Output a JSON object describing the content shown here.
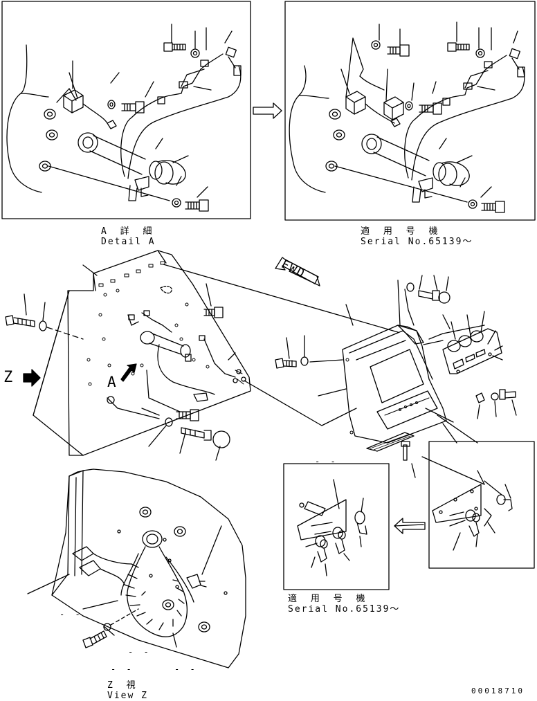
{
  "detail_a": {
    "title_jp": "A 詳 細",
    "title_en": "Detail A"
  },
  "detail_a_new": {
    "serial_jp": "適 用 号 機",
    "serial_en": "Serial No.65139～"
  },
  "switch_panel_new": {
    "serial_jp": "適 用 号 機",
    "serial_en": "Serial No.65139～"
  },
  "view_z": {
    "title_jp": "Z 視",
    "title_en": "View Z"
  },
  "direction_label": "FWD",
  "view_marker": "Z",
  "detail_marker": "A",
  "drawing_number": "00018710",
  "dash_marks": [
    "- -",
    "- -",
    "- -",
    "- -",
    "- -"
  ]
}
